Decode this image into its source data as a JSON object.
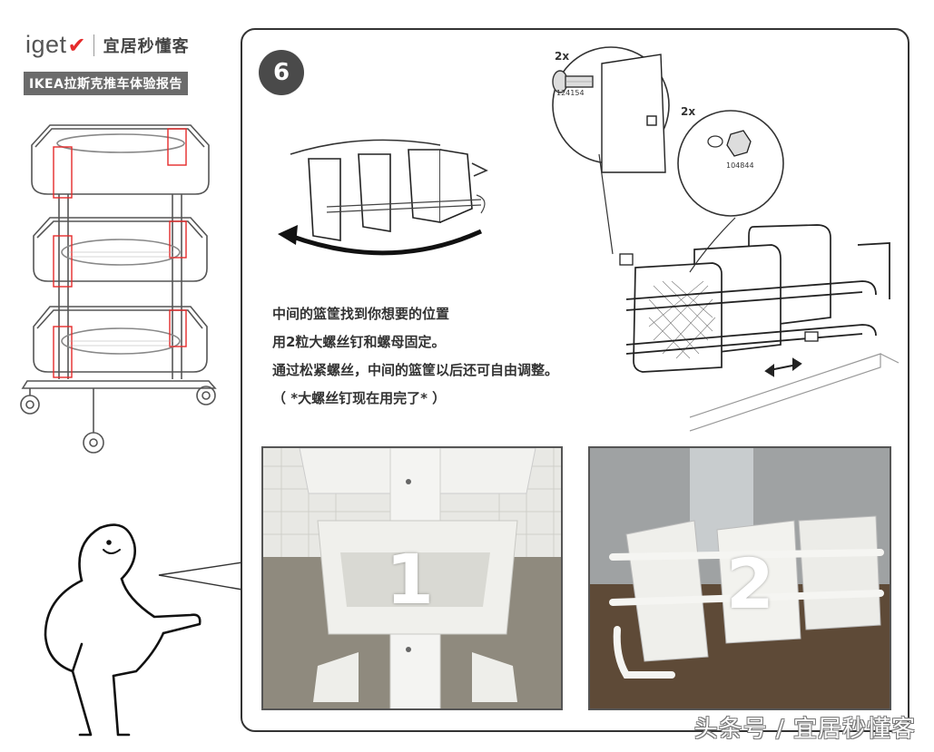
{
  "brand": {
    "logo_text": "iget",
    "logo_check": "✔",
    "name": "宜居秒懂客",
    "report_tag": "IKEA拉斯克推车体验报告"
  },
  "step": {
    "number": "6",
    "instructions": [
      "中间的篮筐找到你想要的位置",
      "用2粒大螺丝钉和螺母固定。",
      "通过松紧螺丝，中间的篮筐以后还可自由调整。",
      "（ *大螺丝钉现在用完了* ）"
    ]
  },
  "parts": {
    "screw_qty": "2x",
    "screw_code": "124154",
    "nut_qty": "2x",
    "nut_code": "104844"
  },
  "photos": [
    {
      "label": "1"
    },
    {
      "label": "2"
    }
  ],
  "watermark": "头条号 / 宜居秒懂客",
  "colors": {
    "accent_red": "#e52b2b",
    "tag_bg": "#6b6b6b",
    "step_circle": "#4a4a4a"
  }
}
